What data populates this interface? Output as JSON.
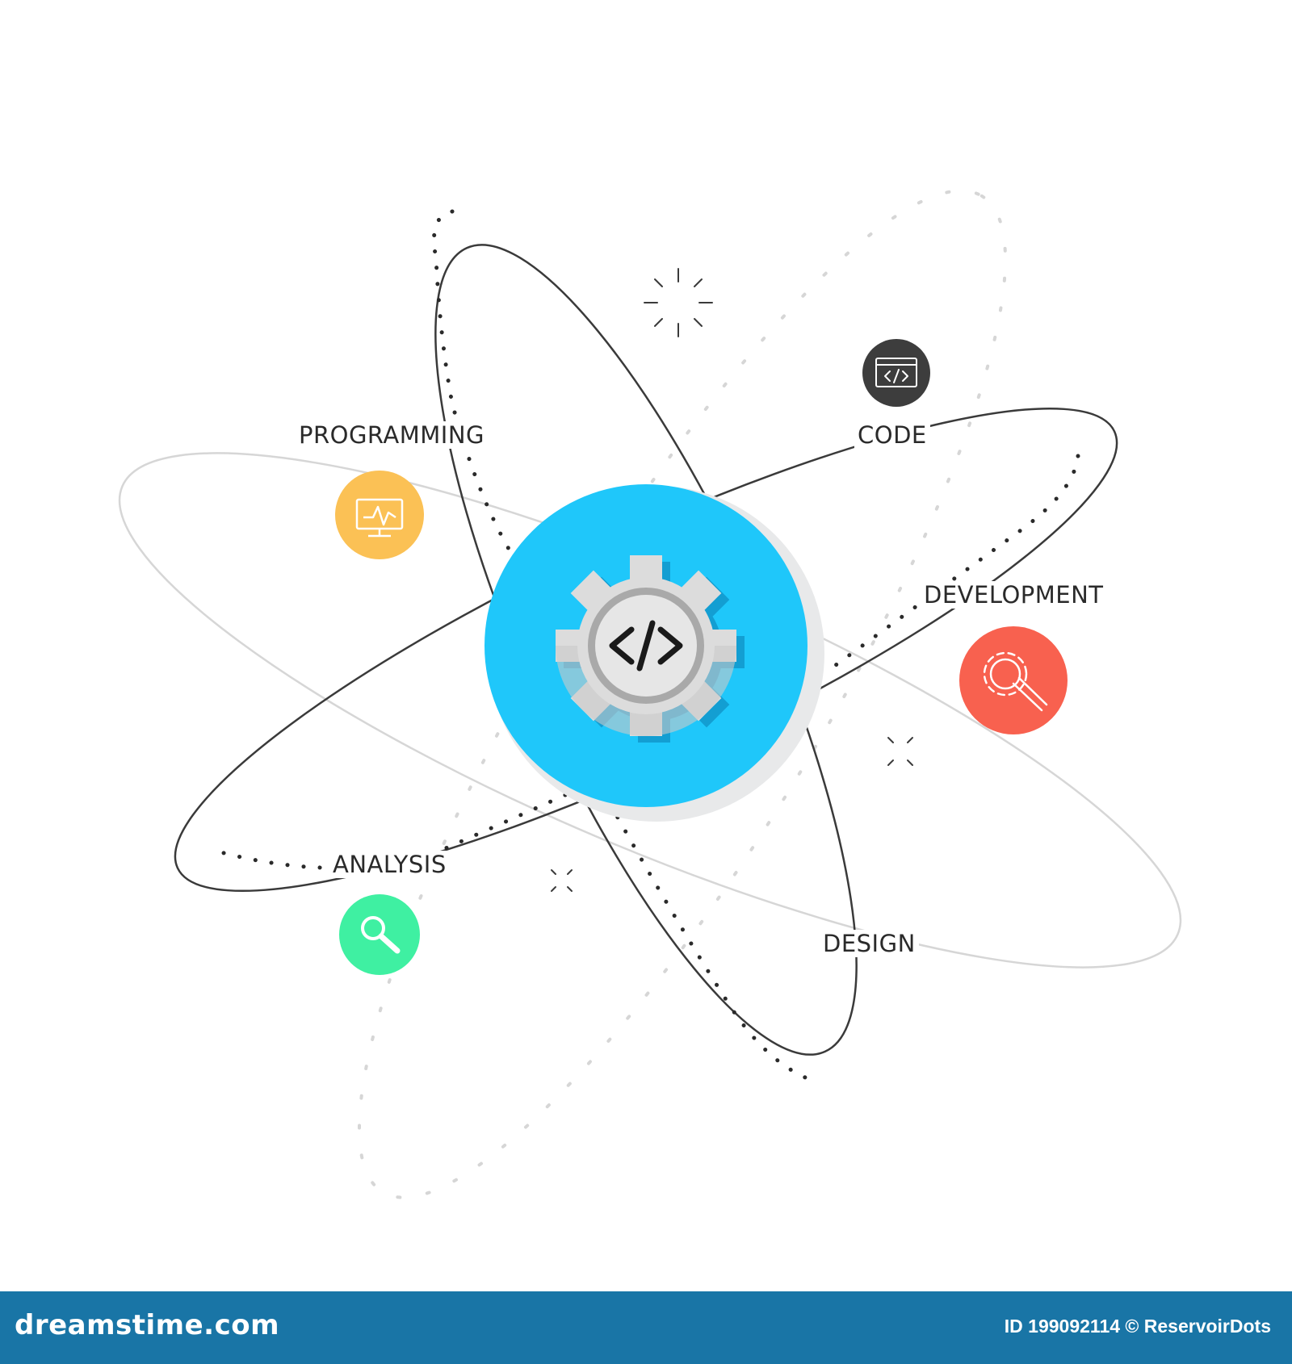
{
  "nodes": {
    "programming": {
      "label": "PROGRAMMING",
      "color": "#fbc155",
      "icon": "monitor-pulse-icon"
    },
    "code": {
      "label": "CODE",
      "color": "#3d3d3d",
      "icon": "code-window-icon"
    },
    "development": {
      "label": "DEVELOPMENT",
      "color": "#f8614f",
      "icon": "gear-wrench-icon"
    },
    "analysis": {
      "label": "ANALYSIS",
      "color": "#3ff0a2",
      "icon": "magnifier-icon"
    },
    "design": {
      "label": "DESIGN"
    }
  },
  "center": {
    "color": "#1fc7fa",
    "icon": "code-gear-icon"
  },
  "footer": {
    "brand": "dreamstime.com",
    "credit": "ID 199092114 © ReservoirDots",
    "color": "#1975a6"
  }
}
